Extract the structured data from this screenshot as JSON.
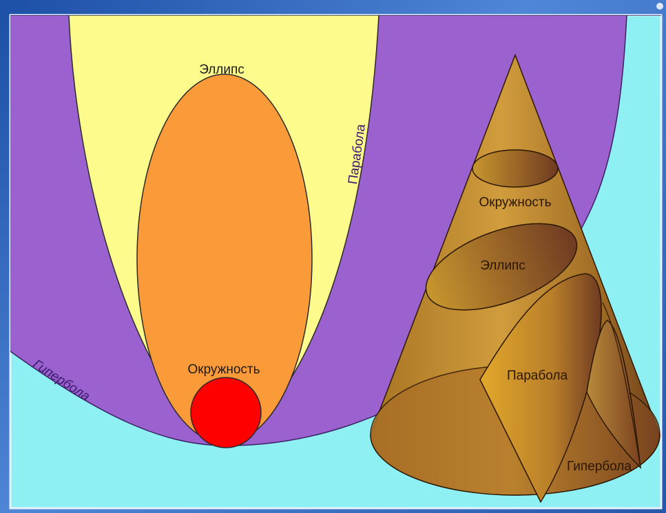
{
  "colors": {
    "background": "#8ef0f3",
    "hyperbola": "#9b62cf",
    "parabola": "#fdfb8c",
    "ellipse": "#fb9a38",
    "circle": "#ff0000",
    "cone": "#c38a2e"
  },
  "left_figure": {
    "ellipse_label": "Эллипс",
    "parabola_label": "Парабола",
    "circle_label": "Окружность",
    "hyperbola_label": "Гипербола"
  },
  "cone_figure": {
    "circle_label": "Окружность",
    "ellipse_label": "Эллипс",
    "parabola_label": "Парабола",
    "hyperbola_label": "Гипербола"
  }
}
